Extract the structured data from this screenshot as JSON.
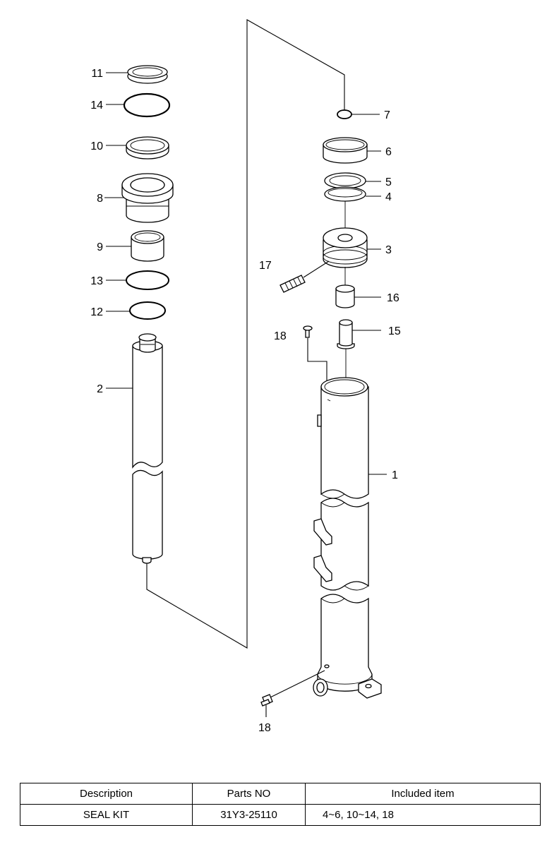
{
  "callouts": [
    {
      "id": "c11",
      "label": "11"
    },
    {
      "id": "c14",
      "label": "14"
    },
    {
      "id": "c10",
      "label": "10"
    },
    {
      "id": "c8",
      "label": "8"
    },
    {
      "id": "c9",
      "label": "9"
    },
    {
      "id": "c13",
      "label": "13"
    },
    {
      "id": "c12",
      "label": "12"
    },
    {
      "id": "c2",
      "label": "2"
    },
    {
      "id": "c7",
      "label": "7"
    },
    {
      "id": "c6",
      "label": "6"
    },
    {
      "id": "c5",
      "label": "5"
    },
    {
      "id": "c4",
      "label": "4"
    },
    {
      "id": "c3",
      "label": "3"
    },
    {
      "id": "c17",
      "label": "17"
    },
    {
      "id": "c16",
      "label": "16"
    },
    {
      "id": "c18a",
      "label": "18"
    },
    {
      "id": "c15",
      "label": "15"
    },
    {
      "id": "c1",
      "label": "1"
    },
    {
      "id": "c18b",
      "label": "18"
    }
  ],
  "table": {
    "headers": [
      "Description",
      "Parts NO",
      "Included item"
    ],
    "rows": [
      [
        "SEAL KIT",
        "31Y3-25110",
        "4~6, 10~14, 18"
      ]
    ]
  }
}
